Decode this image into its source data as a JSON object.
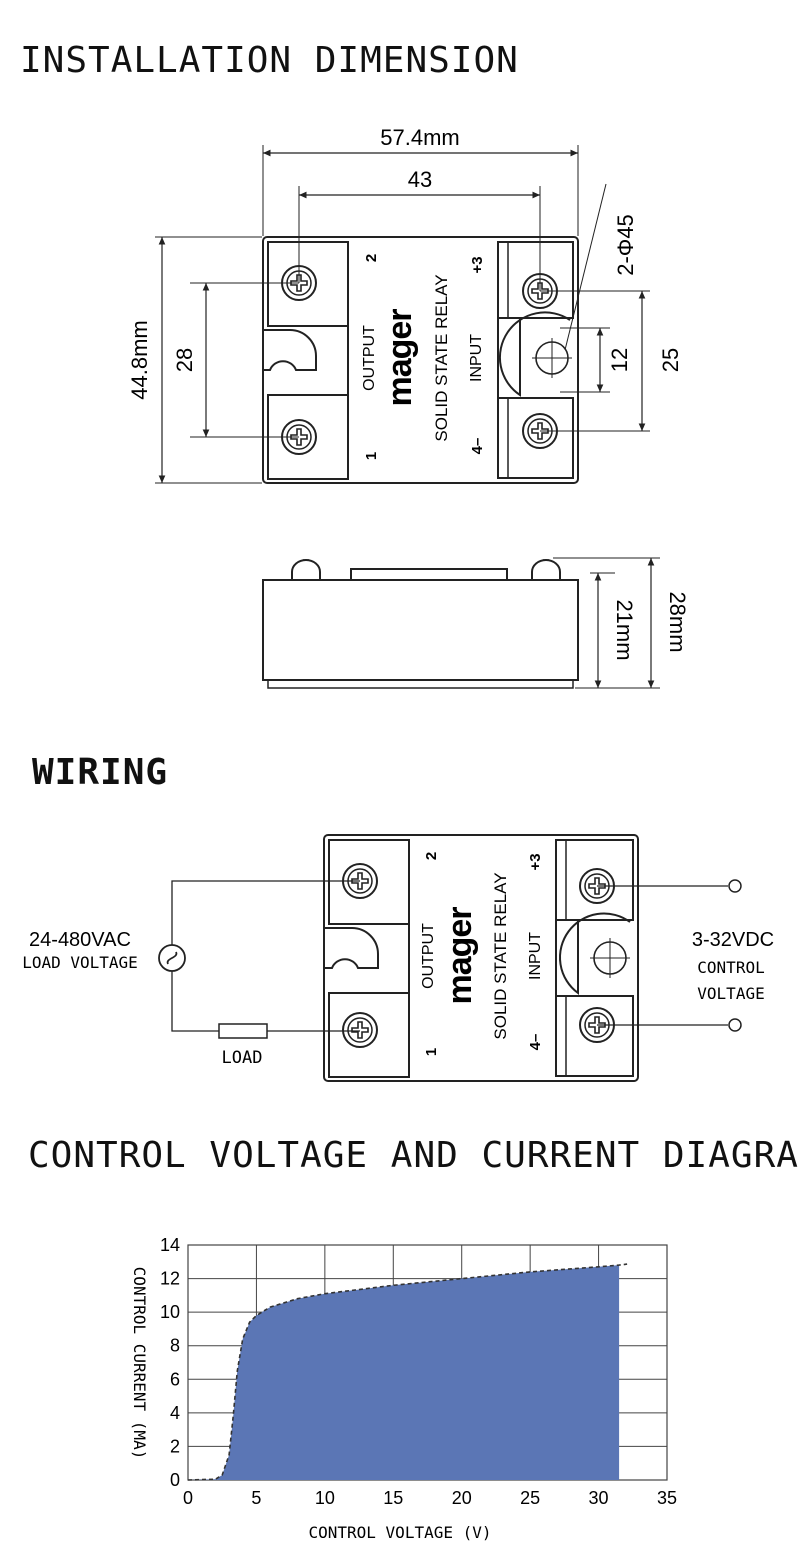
{
  "sections": {
    "installation_title": "INSTALLATION DIMENSION",
    "wiring_title": "WIRING",
    "chart_title": "CONTROL VOLTAGE AND CURRENT DIAGRAM"
  },
  "relay": {
    "brand": "mager",
    "product_name": "SOLID STATE RELAY",
    "output_label": "OUTPUT",
    "input_label": "INPUT",
    "terminal_1": "1",
    "terminal_2": "2",
    "terminal_3": "+3",
    "terminal_4": "4–"
  },
  "dimensions": {
    "overall_width": "57.4mm",
    "hole_spacing": "43",
    "overall_height": "44.8mm",
    "output_terminal_spacing": "28",
    "mount_hole": "2-Φ45",
    "mount_hole_offset": "12",
    "input_terminal_spacing": "25",
    "body_height": "21mm",
    "total_height": "28mm"
  },
  "wiring": {
    "load_voltage_value": "24-480VAC",
    "load_voltage_label": "LOAD VOLTAGE",
    "load_label": "LOAD",
    "control_voltage_value": "3-32VDC",
    "control_label_line1": "CONTROL",
    "control_label_line2": "VOLTAGE"
  },
  "colors": {
    "fill": "#5b76b5",
    "curve": "#333333",
    "grid": "#444444"
  },
  "chart_data": {
    "type": "area",
    "xlabel": "CONTROL VOLTAGE (V)",
    "ylabel": "CONTROL CURRENT (MA)",
    "xlim": [
      0,
      35
    ],
    "ylim": [
      0,
      14
    ],
    "xticks": [
      0,
      5,
      10,
      15,
      20,
      25,
      30,
      35
    ],
    "yticks": [
      0,
      2,
      4,
      6,
      8,
      10,
      12,
      14
    ],
    "grid": true,
    "x": [
      0,
      2,
      2.5,
      3,
      3.3,
      3.6,
      4,
      4.5,
      5,
      6,
      8,
      10,
      15,
      20,
      25,
      30,
      31.5
    ],
    "y": [
      0,
      0.05,
      0.3,
      1.5,
      3.8,
      6.5,
      8.4,
      9.4,
      9.8,
      10.3,
      10.8,
      11.1,
      11.6,
      12.0,
      12.4,
      12.7,
      12.8
    ]
  }
}
